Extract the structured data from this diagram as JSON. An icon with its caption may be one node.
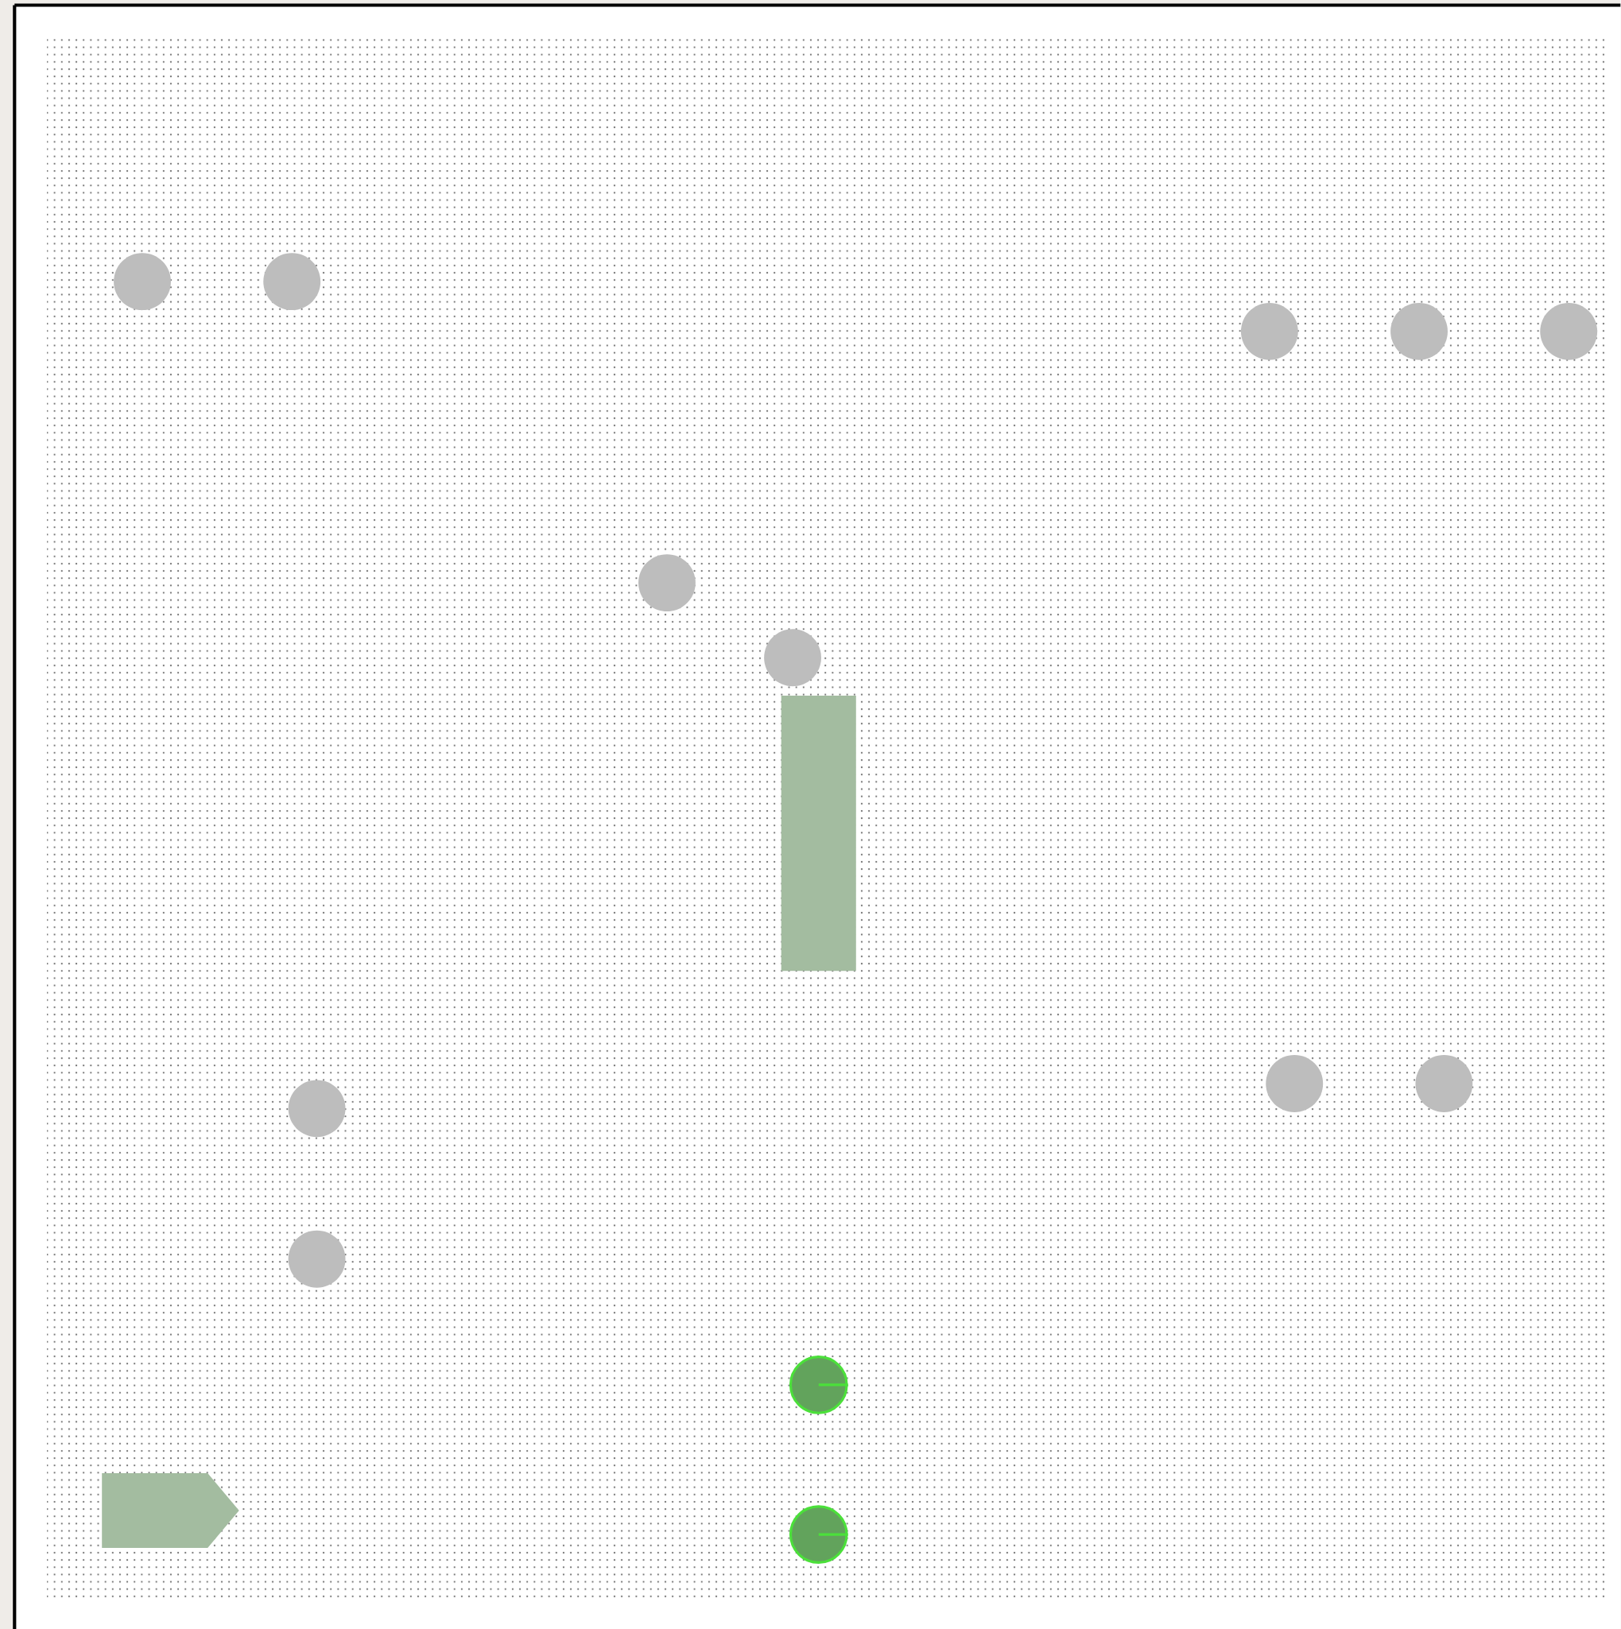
{
  "diagram": {
    "nodes": [
      {
        "text": [],
        "shape": "circle"
      },
      {
        "text": [],
        "shape": "circle"
      },
      {
        "text": [],
        "shape": "circle"
      },
      {
        "text": [],
        "shape": "circle"
      },
      {
        "text": [],
        "shape": "circle"
      },
      {
        "text": [],
        "shape": "circle"
      },
      {
        "text": [],
        "shape": "circle"
      },
      {
        "text": [],
        "shape": "box"
      },
      {
        "text": [],
        "shape": "circle"
      },
      {
        "text": [],
        "shape": "circle"
      },
      {
        "text": [],
        "shape": "circle"
      },
      {
        "text": [],
        "shape": "circle"
      },
      {
        "text": [],
        "shape": "circle"
      },
      {
        "text": [],
        "shape": "arrow"
      },
      {
        "text": [],
        "shape": "circle"
      }
    ]
  }
}
